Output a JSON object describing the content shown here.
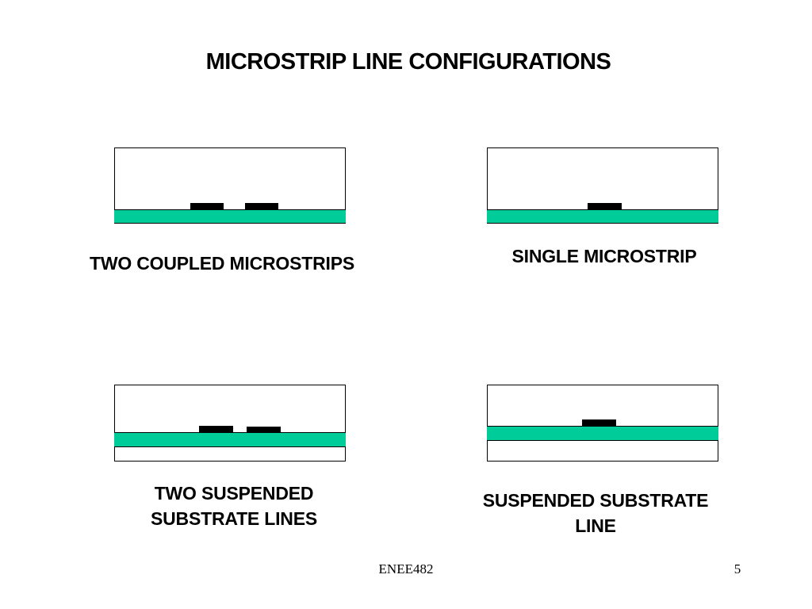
{
  "slide": {
    "title": "MICROSTRIP LINE CONFIGURATIONS",
    "substrate_color": "#00cc99",
    "strip_color": "#000000",
    "diagrams": [
      {
        "caption": "TWO COUPLED MICROSTRIPS"
      },
      {
        "caption": "SINGLE MICROSTRIP"
      },
      {
        "caption_line1": "TWO SUSPENDED",
        "caption_line2": "SUBSTRATE LINES"
      },
      {
        "caption_line1": "SUSPENDED SUBSTRATE",
        "caption_line2": "LINE"
      }
    ],
    "footer": {
      "course": "ENEE482",
      "page_number": "5"
    }
  }
}
